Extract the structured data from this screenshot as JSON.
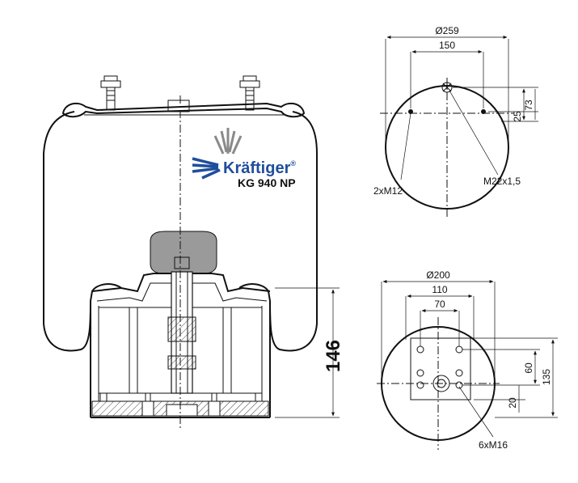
{
  "brand": {
    "name": "Kräftiger",
    "registered": "®",
    "model": "KG 940 NP",
    "logo_colors": {
      "blue": "#1f4e9c",
      "grey": "#8a8a8a"
    }
  },
  "side_view": {
    "height_label": "146"
  },
  "top_plate": {
    "diameter_label": "Ø259",
    "bolt_spacing_label": "150",
    "offset_label": "25",
    "offset2_label": "73",
    "bolts_label": "2xM12",
    "air_fitting_label": "M22x1,5"
  },
  "bottom_plate": {
    "diameter_label": "Ø200",
    "outer_spacing_label": "110",
    "inner_spacing_label": "70",
    "vert_spacing_label": "60",
    "vert_total_label": "135",
    "lower_offset_label": "20",
    "bolts_label": "6xM16"
  }
}
